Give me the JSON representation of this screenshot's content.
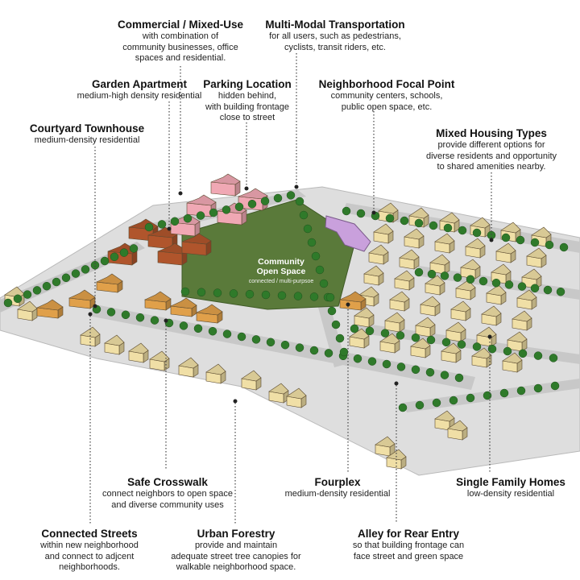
{
  "labels": {
    "commercial": {
      "title": "Commercial / Mixed-Use",
      "desc": "with combination of\ncommunity businesses, office\nspaces and residential."
    },
    "transport": {
      "title": "Multi-Modal Transportation",
      "desc": "for all users, such as pedestrians,\ncyclists, transit riders, etc."
    },
    "garden": {
      "title": "Garden Apartment",
      "desc": "medium-high density residential"
    },
    "parking": {
      "title": "Parking Location",
      "desc": "hidden behind,\nwith building frontage\nclose to street"
    },
    "focal": {
      "title": "Neighborhood Focal Point",
      "desc": "community centers, schools,\npublic open space, etc."
    },
    "courtyard": {
      "title": "Courtyard Townhouse",
      "desc": "medium-density residential"
    },
    "mixed": {
      "title": "Mixed Housing Types",
      "desc": "provide different options for\ndiverse residents and opportunity\nto shared amenities nearby."
    },
    "crosswalk": {
      "title": "Safe Crosswalk",
      "desc": "connect neighbors to open space\nand diverse community uses"
    },
    "fourplex": {
      "title": "Fourplex",
      "desc": "medium-density residential"
    },
    "single": {
      "title": "Single Family Homes",
      "desc": "low-density residential"
    },
    "connected": {
      "title": "Connected Streets",
      "desc": "within new neighborhood\nand connect to adjcent\nneighborhoods."
    },
    "forestry": {
      "title": "Urban Forestry",
      "desc": "provide and maintain\nadequate street tree canopies for\nwalkable neighborhood space."
    },
    "alley": {
      "title": "Alley for Rear Entry",
      "desc": "so that building frontage can\nface street and green space"
    }
  },
  "open_space": {
    "title_line1": "Community",
    "title_line2": "Open Space",
    "subtitle": "connected / multi-purpsoe"
  },
  "colors": {
    "grass": "#5a7a3a",
    "ground": "#dcdcdc",
    "road": "#c7c7c7",
    "tree": "#2f7a2a",
    "single_family": "#f0dfa6",
    "townhouse": "#e0a04a",
    "apartment": "#b0552c",
    "commercial": "#f0a8b4",
    "focal": "#c9a0dc",
    "leader_line": "#444444"
  }
}
